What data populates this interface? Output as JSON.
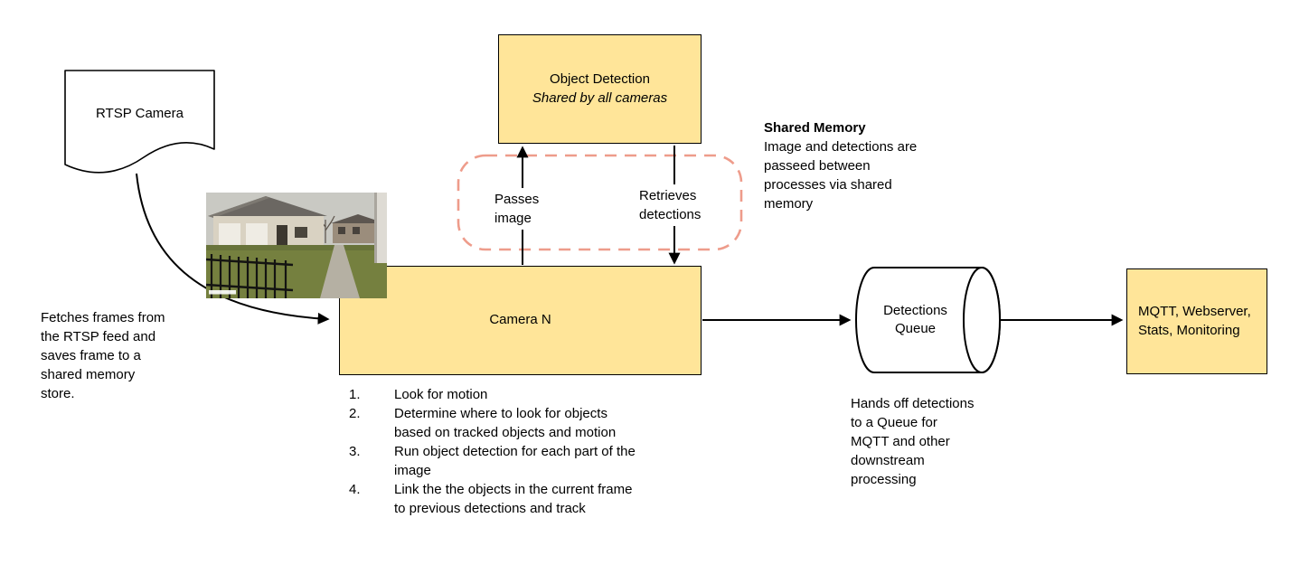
{
  "colors": {
    "box_fill": "#FFE599",
    "box_border": "#000000",
    "shared_mem_dash": "#EE9C8B",
    "arrow": "#000000"
  },
  "nodes": {
    "rtsp_camera": {
      "label": "RTSP Camera"
    },
    "object_detection": {
      "title": "Object Detection",
      "subtitle": "Shared by all cameras"
    },
    "camera_n": {
      "label": "Camera N"
    },
    "detections_queue": {
      "label": "Detections\nQueue"
    },
    "outputs": {
      "label": "MQTT, Webserver,\nStats, Monitoring"
    }
  },
  "edges": {
    "passes_image": "Passes\nimage",
    "retrieves_detections": "Retrieves\ndetections"
  },
  "annotations": {
    "fetch_note": "Fetches frames from\nthe RTSP feed and\nsaves frame to a\nshared memory\nstore.",
    "shared_memory_title": "Shared Memory",
    "shared_memory_body": "Image and detections are\npasseed between\nprocesses via shared\nmemory",
    "queue_note": "Hands off detections\nto a Queue for\nMQTT and other\ndownstream\nprocessing",
    "camera_steps": [
      {
        "num": "1.",
        "text": "Look for motion"
      },
      {
        "num": "2.",
        "text": "Determine where to look for objects\nbased on tracked objects and motion"
      },
      {
        "num": "3.",
        "text": "Run object detection for each part of the\nimage"
      },
      {
        "num": "4.",
        "text": "Link the the objects in the current frame\nto previous detections and track"
      }
    ]
  }
}
